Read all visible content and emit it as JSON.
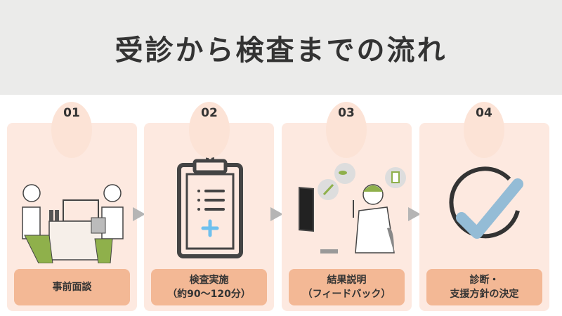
{
  "title": "受診から検査までの流れ",
  "steps": [
    {
      "number": "01",
      "lines": [
        "事前面談"
      ]
    },
    {
      "number": "02",
      "lines": [
        "検査実施",
        "（約90〜120分）"
      ]
    },
    {
      "number": "03",
      "lines": [
        "結果説明",
        "（フィードバック）"
      ]
    },
    {
      "number": "04",
      "lines": [
        "診断・",
        "支援方針の決定"
      ]
    }
  ],
  "colors": {
    "header_bg": "#ebebea",
    "card_bg": "#fde9e0",
    "label_bg": "#f3b895",
    "arrow": "#b5b5b5",
    "check": "#94bcd6"
  }
}
